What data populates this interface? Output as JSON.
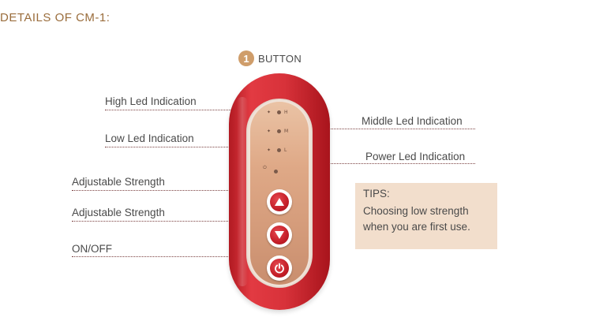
{
  "heading": "DETAILS OF CM-1:",
  "badge": {
    "number": "1",
    "text": "BUTTON"
  },
  "labels": {
    "high_led": "High Led Indication",
    "low_led": "Low Led Indication",
    "strength_up": "Adjustable Strength",
    "strength_down": "Adjustable Strength",
    "on_off": "ON/OFF",
    "middle_led": "Middle Led Indication",
    "power_led": "Power Led Indication"
  },
  "tips": {
    "title": "TIPS:",
    "line1": "Choosing low strength",
    "line2": "when you are first use."
  },
  "colors": {
    "device_red": "#d8323a",
    "panel_gold": "#dfa987",
    "heading": "#9a6d3c",
    "tips_bg": "#f2decc"
  },
  "icons": [
    "up-arrow-icon",
    "down-arrow-icon",
    "power-icon",
    "led-indicator-icon"
  ]
}
